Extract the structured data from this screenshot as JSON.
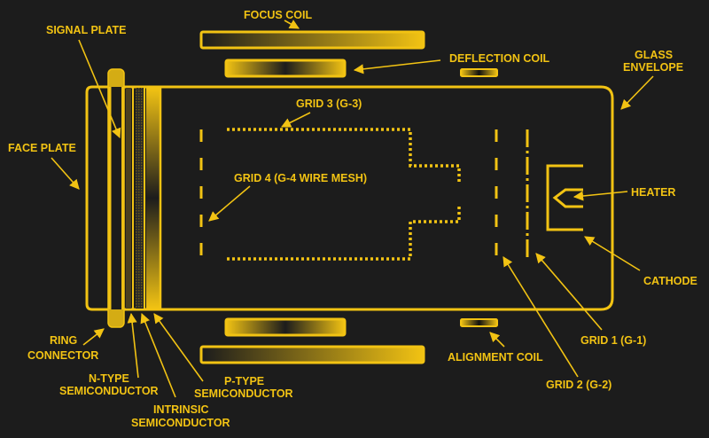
{
  "diagram": {
    "title": "Image orthicon / vidicon-style camera tube cross-section",
    "colors": {
      "background": "#1c1c1c",
      "accent": "#f2c313"
    },
    "labels": {
      "focus_coil": "FOCUS COIL",
      "signal_plate": "SIGNAL PLATE",
      "deflection_coil": "DEFLECTION COIL",
      "glass_envelope_1": "GLASS",
      "glass_envelope_2": "ENVELOPE",
      "grid3": "GRID 3 (G-3)",
      "face_plate": "FACE PLATE",
      "grid4": "GRID 4 (G-4 WIRE MESH)",
      "heater": "HEATER",
      "cathode": "CATHODE",
      "ring_connector_1": "RING",
      "ring_connector_2": "CONNECTOR",
      "grid1": "GRID 1 (G-1)",
      "alignment_coil": "ALIGNMENT COIL",
      "n_type_1": "N-TYPE",
      "n_type_2": "SEMICONDUCTOR",
      "p_type_1": "P-TYPE",
      "p_type_2": "SEMICONDUCTOR",
      "grid2": "GRID 2 (G-2)",
      "intrinsic_1": "INTRINSIC",
      "intrinsic_2": "SEMICONDUCTOR"
    }
  }
}
